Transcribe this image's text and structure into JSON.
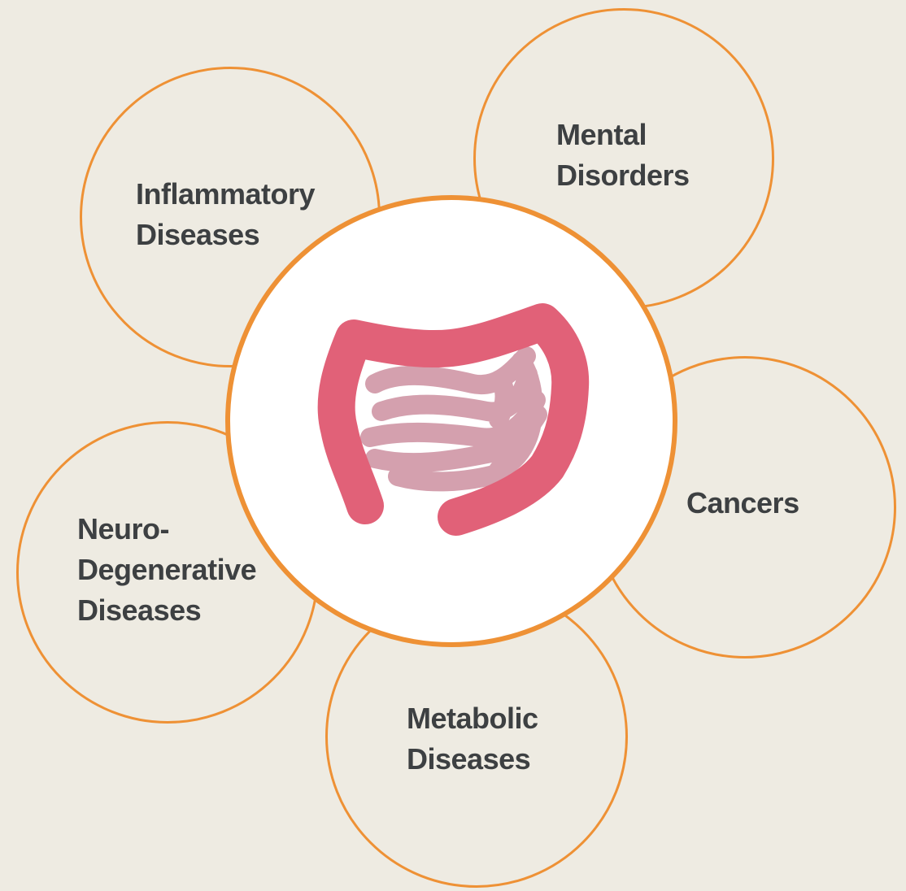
{
  "colors": {
    "background": "#EEEBE2",
    "outline": "#EE9135",
    "text": "#3D4042",
    "large_intestine": "#E16178",
    "small_intestine": "#D4A0AE",
    "center_fill": "#FFFFFF"
  },
  "center": {
    "icon": "intestine-icon"
  },
  "nodes": [
    {
      "id": "inflammatory",
      "lines": [
        "Inflammatory",
        "Diseases"
      ]
    },
    {
      "id": "mental",
      "lines": [
        "Mental",
        "Disorders"
      ]
    },
    {
      "id": "cancers",
      "lines": [
        "Cancers"
      ]
    },
    {
      "id": "metabolic",
      "lines": [
        "Metabolic",
        "Diseases"
      ]
    },
    {
      "id": "neuro",
      "lines": [
        "Neuro-",
        "Degenerative",
        "Diseases"
      ]
    }
  ]
}
